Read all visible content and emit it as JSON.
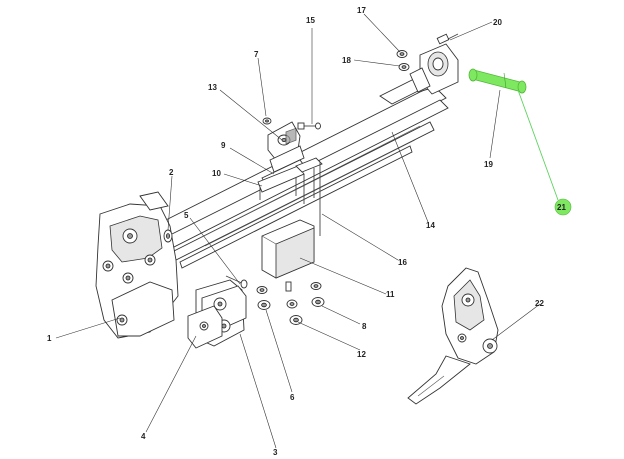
{
  "diagram": {
    "highlight_color": "#7ee860",
    "callouts": [
      {
        "id": "c1",
        "label": "1"
      },
      {
        "id": "c2",
        "label": "2"
      },
      {
        "id": "c3",
        "label": "3"
      },
      {
        "id": "c4",
        "label": "4"
      },
      {
        "id": "c5",
        "label": "5"
      },
      {
        "id": "c6",
        "label": "6"
      },
      {
        "id": "c7",
        "label": "7"
      },
      {
        "id": "c8",
        "label": "8"
      },
      {
        "id": "c9",
        "label": "9"
      },
      {
        "id": "c10",
        "label": "10"
      },
      {
        "id": "c11",
        "label": "11"
      },
      {
        "id": "c12",
        "label": "12"
      },
      {
        "id": "c13",
        "label": "13"
      },
      {
        "id": "c14",
        "label": "14"
      },
      {
        "id": "c15",
        "label": "15"
      },
      {
        "id": "c16",
        "label": "16"
      },
      {
        "id": "c17",
        "label": "17"
      },
      {
        "id": "c18",
        "label": "18"
      },
      {
        "id": "c19",
        "label": "19"
      },
      {
        "id": "c20",
        "label": "20"
      },
      {
        "id": "c21",
        "label": "21",
        "highlighted": true
      },
      {
        "id": "c22",
        "label": "22"
      }
    ]
  }
}
